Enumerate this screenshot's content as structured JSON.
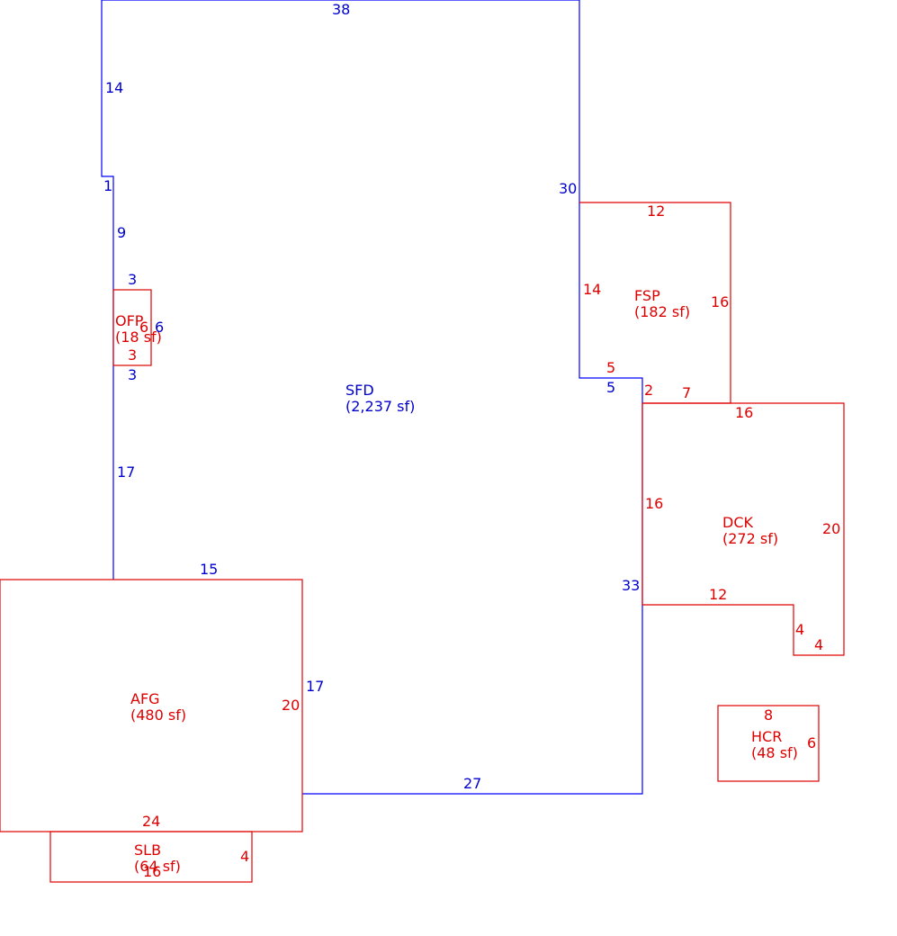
{
  "colors": {
    "main_structure": "#0000ff",
    "additions": "#e10000"
  },
  "areas": {
    "sfd": {
      "code": "SFD",
      "area": "(2,237 sf)"
    },
    "ofp": {
      "code": "OFP",
      "area": "(18 sf)"
    },
    "fsp": {
      "code": "FSP",
      "area": "(182 sf)"
    },
    "dck": {
      "code": "DCK",
      "area": "(272 sf)"
    },
    "afg": {
      "code": "AFG",
      "area": "(480 sf)"
    },
    "slb": {
      "code": "SLB",
      "area": "(64 sf)"
    },
    "hcr": {
      "code": "HCR",
      "area": "(48 sf)"
    }
  },
  "dims": {
    "sfd": [
      "38",
      "14",
      "1",
      "9",
      "3",
      "6",
      "3",
      "17",
      "15",
      "17",
      "27",
      "33",
      "5",
      "14",
      "30"
    ],
    "ofp": [
      "6",
      "3"
    ],
    "fsp": [
      "12",
      "16",
      "14",
      "5",
      "2",
      "7"
    ],
    "dck": [
      "16",
      "16",
      "20",
      "12",
      "4",
      "4"
    ],
    "afg": [
      "20",
      "24"
    ],
    "slb": [
      "4",
      "16"
    ],
    "hcr": [
      "8",
      "6"
    ]
  }
}
